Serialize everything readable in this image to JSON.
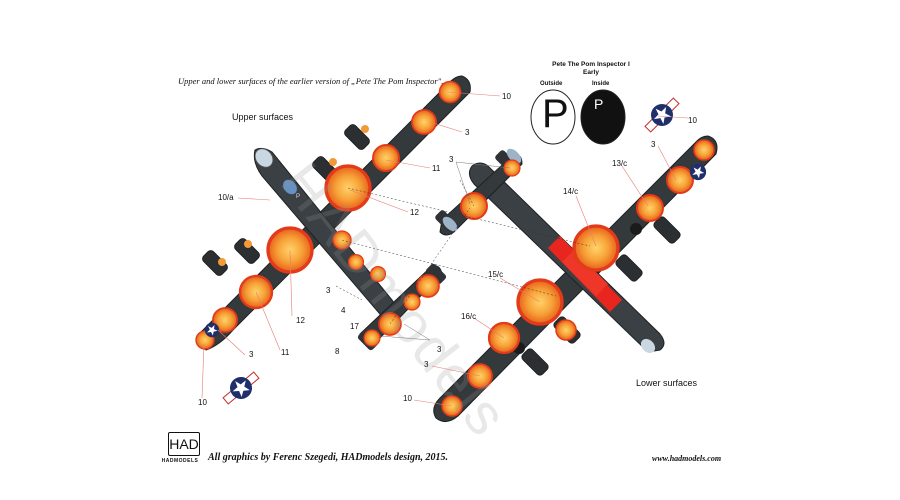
{
  "caption": "Upper and lower surfaces of the earlier version of „Pete The Pom Inspector\".",
  "upper_label": "Upper surfaces",
  "lower_label": "Lower surfaces",
  "insignia_detail": {
    "title_line1": "Pete The Pom Inspector I",
    "title_line2": "Early",
    "outside_label": "Outside",
    "inside_label": "Inside",
    "outside_letter": "P",
    "inside_letter": "P"
  },
  "callouts": {
    "n10_top": "10",
    "n3_top": "3",
    "n11_top": "11",
    "n12_right": "12",
    "n10a": "10/a",
    "n3_mid": "3",
    "n4": "4",
    "n17": "17",
    "n8": "8",
    "n12_bottom": "12",
    "n11_bottom": "11",
    "n3_bottom": "3",
    "n10_bottom": "10",
    "n3_lower_tail": "3",
    "n3_right_top": "3",
    "n10_right_top": "10",
    "n13c": "13/c",
    "n14c": "14/c",
    "n15c": "15/c",
    "n16c": "16/c",
    "n3_lower_left": "3",
    "n10_lower_left": "10",
    "n3_lower_right": "3"
  },
  "logo": {
    "mark": "HAD",
    "name": "HADMODELS"
  },
  "credit": "All graphics by Ferenc Szegedi, HADmodels design, 2015.",
  "url": "www.hadmodels.com",
  "watermark": "HADmodels",
  "colors": {
    "aircraft": "#3a3f42",
    "dayglo": "#f5831f",
    "red_band": "#e8251f",
    "insignia_blue": "#1f2f6b",
    "insignia_red": "#d32f2f"
  }
}
